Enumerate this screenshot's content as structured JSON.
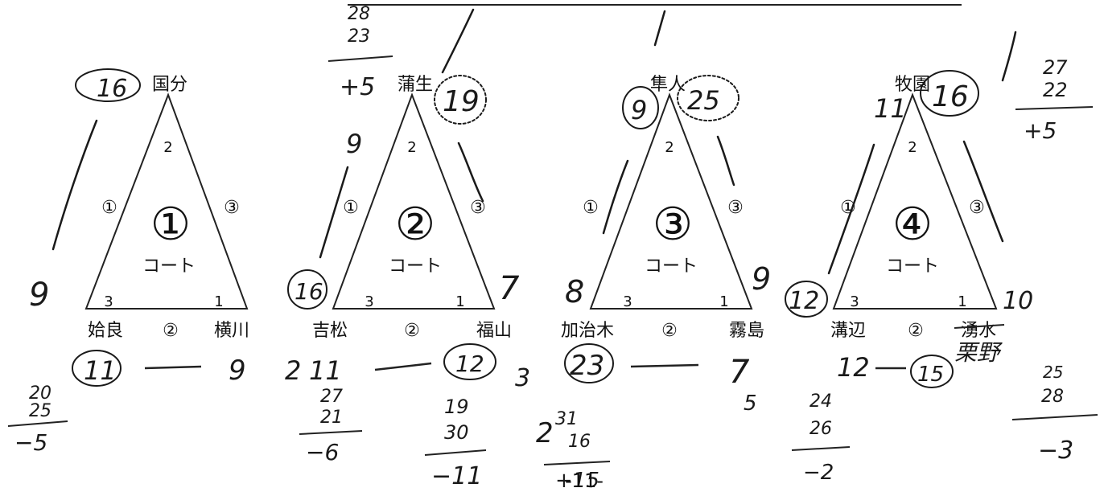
{
  "courts": [
    {
      "court_number": "①",
      "court_word": "コート",
      "top_team": "国分",
      "bottom_left_team": "姶良",
      "bottom_right_team": "横川",
      "bottom_match": "②",
      "left_match": "①",
      "right_match": "③",
      "top_corner_num": "2",
      "left_corner_num": "3",
      "right_corner_num": "1",
      "hw_top": "16",
      "hw_left_side": "9",
      "hw_bottom_left_score": "11",
      "hw_bottom_right_score": "9",
      "hw_calc": [
        "20",
        "25",
        "−5"
      ]
    },
    {
      "court_number": "②",
      "court_word": "コート",
      "top_team": "蒲生",
      "bottom_left_team": "吉松",
      "bottom_right_team": "福山",
      "bottom_match": "②",
      "left_match": "①",
      "right_match": "③",
      "top_corner_num": "2",
      "left_corner_num": "3",
      "right_corner_num": "1",
      "hw_top": "19",
      "hw_top_left": "+5",
      "hw_left_side": "9",
      "hw_left_corner": "16",
      "hw_right_corner": "7",
      "hw_bottom_left_score": "11",
      "hw_bottom_right_score": "12",
      "hw_calc_left": [
        "27",
        "21",
        "−6"
      ],
      "hw_calc_right": [
        "19",
        "30",
        "−11"
      ]
    },
    {
      "court_number": "③",
      "court_word": "コート",
      "top_team": "隼人",
      "bottom_left_team": "加治木",
      "bottom_right_team": "霧島",
      "bottom_match": "②",
      "left_match": "①",
      "right_match": "③",
      "top_corner_num": "2",
      "left_corner_num": "3",
      "right_corner_num": "1",
      "hw_top_left": "9",
      "hw_top_right": "25",
      "hw_left_corner": "8",
      "hw_right_corner": "9",
      "hw_bottom_left_score": "23",
      "hw_bottom_right_score": "7",
      "hw_calc": [
        "31",
        "16",
        "+15"
      ]
    },
    {
      "court_number": "④",
      "court_word": "コート",
      "top_team": "牧園",
      "bottom_left_team": "溝辺",
      "bottom_right_team": "湧水",
      "bottom_right_team_hw": "栗野",
      "bottom_match": "②",
      "left_match": "①",
      "right_match": "③",
      "top_corner_num": "2",
      "left_corner_num": "3",
      "right_corner_num": "1",
      "hw_top_left": "11",
      "hw_top": "16",
      "hw_left_corner": "12",
      "hw_right_corner": "10",
      "hw_bottom_left_score": "12",
      "hw_bottom_right_score": "15",
      "hw_calc": [
        "24",
        "26",
        "−2"
      ]
    }
  ],
  "margin_notes": {
    "top_left_fraction": [
      "28",
      "23"
    ],
    "top_right_fraction": [
      "27",
      "22",
      "+5"
    ],
    "bottom_right_fraction": [
      "25",
      "28",
      "−3"
    ],
    "stray_3": "3",
    "stray_5": "5",
    "stray_2a": "2",
    "stray_2b": "2",
    "left_margin_9": "9"
  },
  "page_number": "-11-"
}
